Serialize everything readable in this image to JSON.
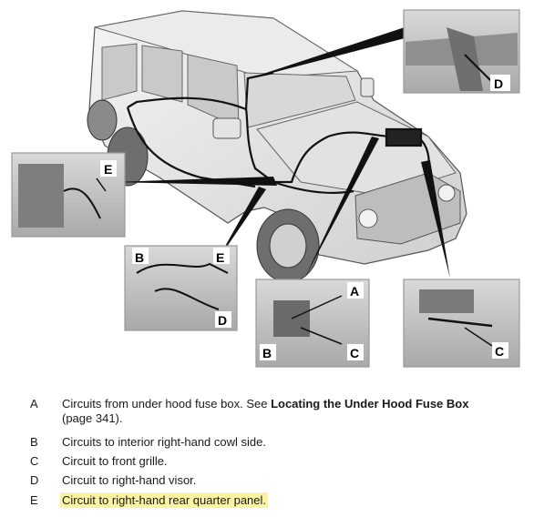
{
  "figure": {
    "callouts": {
      "top_right": [
        "D"
      ],
      "left": [
        "E"
      ],
      "center_left": [
        "B",
        "E",
        "D"
      ],
      "center_right": [
        "A",
        "B",
        "C"
      ],
      "far_right": [
        "C"
      ]
    }
  },
  "legend": [
    {
      "letter": "A",
      "text": "Circuits from under hood fuse box.  See ",
      "link": "Locating the Under Hood Fuse Box",
      "cont": " (page 341)."
    },
    {
      "letter": "B",
      "text": "Circuits to interior right-hand cowl side."
    },
    {
      "letter": "C",
      "text": "Circuit to front grille."
    },
    {
      "letter": "D",
      "text": "Circuit to right-hand visor."
    },
    {
      "letter": "E",
      "text": "Circuit to right-hand rear quarter panel.",
      "highlight": true
    }
  ],
  "colors": {
    "highlight": "#fbf3a4",
    "line": "#1a1a1a",
    "panel_border": "#9a9a9a"
  }
}
